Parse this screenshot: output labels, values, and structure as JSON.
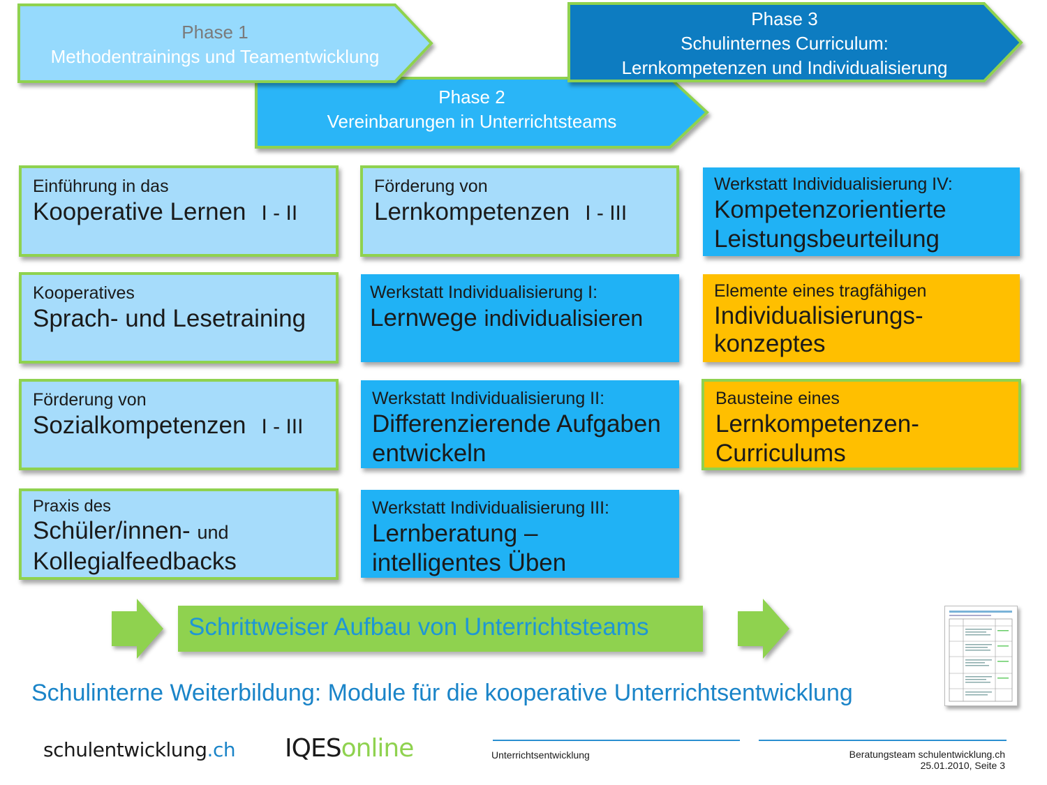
{
  "phases": [
    {
      "title": "Phase 1",
      "subtitle": "Methodentrainings und Teamentwicklung"
    },
    {
      "title": "Phase 2",
      "subtitle": "Vereinbarungen in Unterrichtsteams"
    },
    {
      "title": "Phase 3",
      "subtitle": "Schulinternes Curriculum:",
      "subtitle2": "Lernkompetenzen und Individualisierung"
    }
  ],
  "modules": {
    "col1": [
      {
        "small": "Einführung in das",
        "large": "Kooperative Lernen",
        "roman": "I - II"
      },
      {
        "small": "Kooperatives",
        "large": "Sprach- und Lesetraining"
      },
      {
        "small": "Förderung von",
        "large": "Sozialkompetenzen",
        "roman": "I - III"
      },
      {
        "small": "Praxis des",
        "large": "Schüler/innen-",
        "inline_small": "und",
        "large2": "Kollegialfeedbacks"
      }
    ],
    "col2": [
      {
        "small": "Förderung von",
        "large": "Lernkompetenzen",
        "roman": "I - III"
      },
      {
        "small": "Werkstatt Individualisierung I:",
        "large": "Lernwege",
        "large_rest": "individualisieren"
      },
      {
        "small": "Werkstatt Individualisierung II:",
        "large": "Differenzierende Aufgaben",
        "large2": "entwickeln"
      },
      {
        "small": "Werkstatt Individualisierung III:",
        "large": "Lernberatung –",
        "large2": "intelligentes Üben"
      }
    ],
    "col3": [
      {
        "small": "Werkstatt Individualisierung IV:",
        "large": "Kompetenzorientierte",
        "large2": "Leistungsbeurteilung"
      },
      {
        "small": "Elemente eines tragfähigen",
        "large": "Individualisierungs-",
        "large2": "konzeptes"
      },
      {
        "small": "Bausteine eines",
        "large": "Lernkompetenzen-",
        "large2": "Curriculums"
      }
    ]
  },
  "banner": "Schrittweiser Aufbau von Unterrichtsteams",
  "subtitle": "Schulinterne Weiterbildung: Module für die kooperative Unterrichtsentwicklung",
  "footer": {
    "logo_main": "schulentwicklung",
    "logo_tld": ".ch",
    "logo2_a": "IQES",
    "logo2_b": "online",
    "center": "Unterrichtsentwicklung",
    "right1": "Beratungsteam schulentwicklung.ch",
    "right2": "25.01.2010, Seite 3"
  },
  "colors": {
    "light_box": "#a6dcfb",
    "blue_box": "#20b2f5",
    "orange_box": "#ffbf00",
    "green": "#8fd24f",
    "phase3": "#0a7bc1",
    "text_blue": "#1a84c8"
  }
}
